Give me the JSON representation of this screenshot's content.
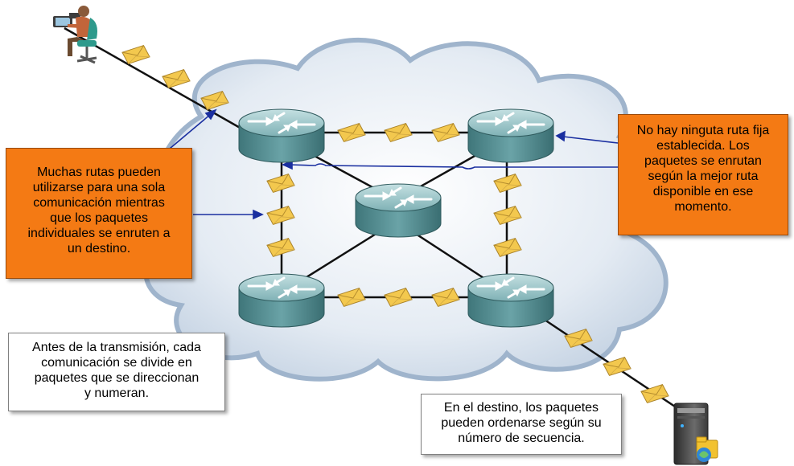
{
  "colors": {
    "cloud_fill": "#dfe7f1",
    "cloud_edge": "#9fb4cc",
    "router_body": "#4f8a8e",
    "router_top": "#9fc8cb",
    "envelope": "#f3c34a",
    "callout_orange": "#f47a14",
    "pointer_arrow": "#1a2fa0",
    "link": "#111111"
  },
  "icons": {
    "user": "person-at-computer-icon",
    "router": "router-icon",
    "packet": "envelope-icon",
    "server": "server-icon"
  },
  "callouts": {
    "left": {
      "lines": [
        "Muchas rutas pueden",
        "utilizarse para una sola",
        "comunicación mientras",
        "que los paquetes",
        "individuales se enruten a",
        "un destino."
      ]
    },
    "right": {
      "lines": [
        "No hay ninguta ruta fija",
        "establecida. Los",
        "paquetes se enrutan",
        "según la mejor ruta",
        "disponible en ese",
        "momento."
      ]
    },
    "bottom_left": {
      "lines": [
        "Antes de la transmisión, cada",
        "comunicación se divide en",
        "paquetes que se direccionan",
        "y numeran."
      ]
    },
    "bottom_center": {
      "lines": [
        "En el destino, los paquetes",
        "pueden ordenarse según su",
        "número de secuencia."
      ]
    }
  }
}
